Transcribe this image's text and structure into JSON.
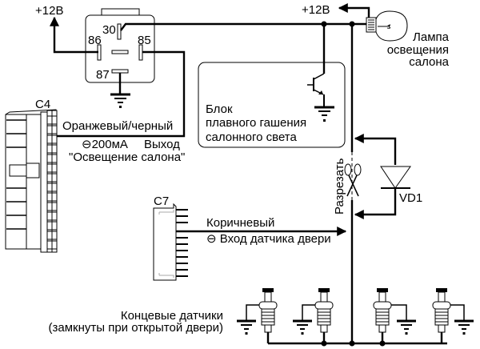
{
  "diagram": {
    "relay": {
      "supply_label": "+12В",
      "pins": [
        "30",
        "86",
        "85",
        "87"
      ]
    },
    "connector_c4": {
      "label": "C4",
      "wire_color": "Оранжевый/черный",
      "output_spec": "⊖200мА",
      "output_label": "Выход",
      "output_name": "\"Освещение салона\""
    },
    "connector_c7": {
      "label": "C7",
      "wire_color": "Коричневый",
      "input_label": "⊖ Вход датчика двери"
    },
    "dimmer_block": {
      "lines": [
        "Блок",
        "плавного гашения",
        "салонного света"
      ]
    },
    "lamp": {
      "supply_label": "+12В",
      "lines": [
        "Лампа",
        "освещения",
        "салона"
      ]
    },
    "cut": {
      "label": "Разрезать"
    },
    "diode": {
      "label": "VD1"
    },
    "door_switches": {
      "lines": [
        "Концевые датчики",
        "(замкнуты при открытой двери)"
      ],
      "count": 4
    }
  }
}
